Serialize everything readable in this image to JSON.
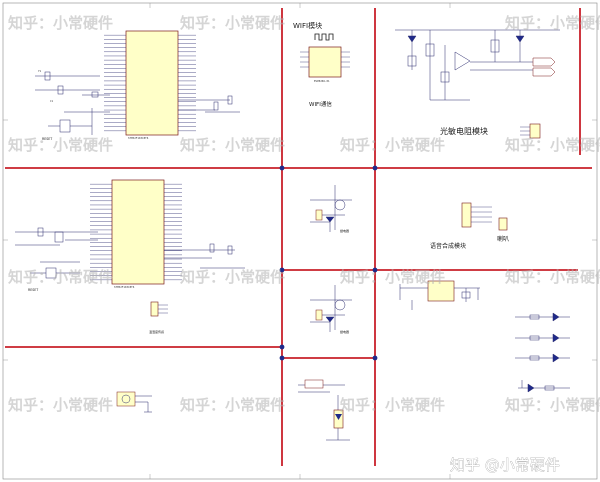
{
  "labels": {
    "wifi_title": "WIFI模块",
    "wifi_comm": "WIFI通信",
    "light_module": "光敏电阻模块",
    "voice_module": "语音合成模块",
    "speaker": "喇叭",
    "reset_1": "RESET",
    "reset_2": "RESET",
    "relay_1": "继电器",
    "relay_2": "继电器",
    "temp_sensor": "温湿度传感"
  },
  "watermark": {
    "text": "知乎：小常硬件",
    "credit": "知乎 @小常硬件"
  },
  "colors": {
    "border": "#c8202a",
    "node": "#1f2a8a",
    "wire": "#2b2b6e",
    "ic_fill": "#ffffc8",
    "watermark": "#b4b4b4"
  }
}
